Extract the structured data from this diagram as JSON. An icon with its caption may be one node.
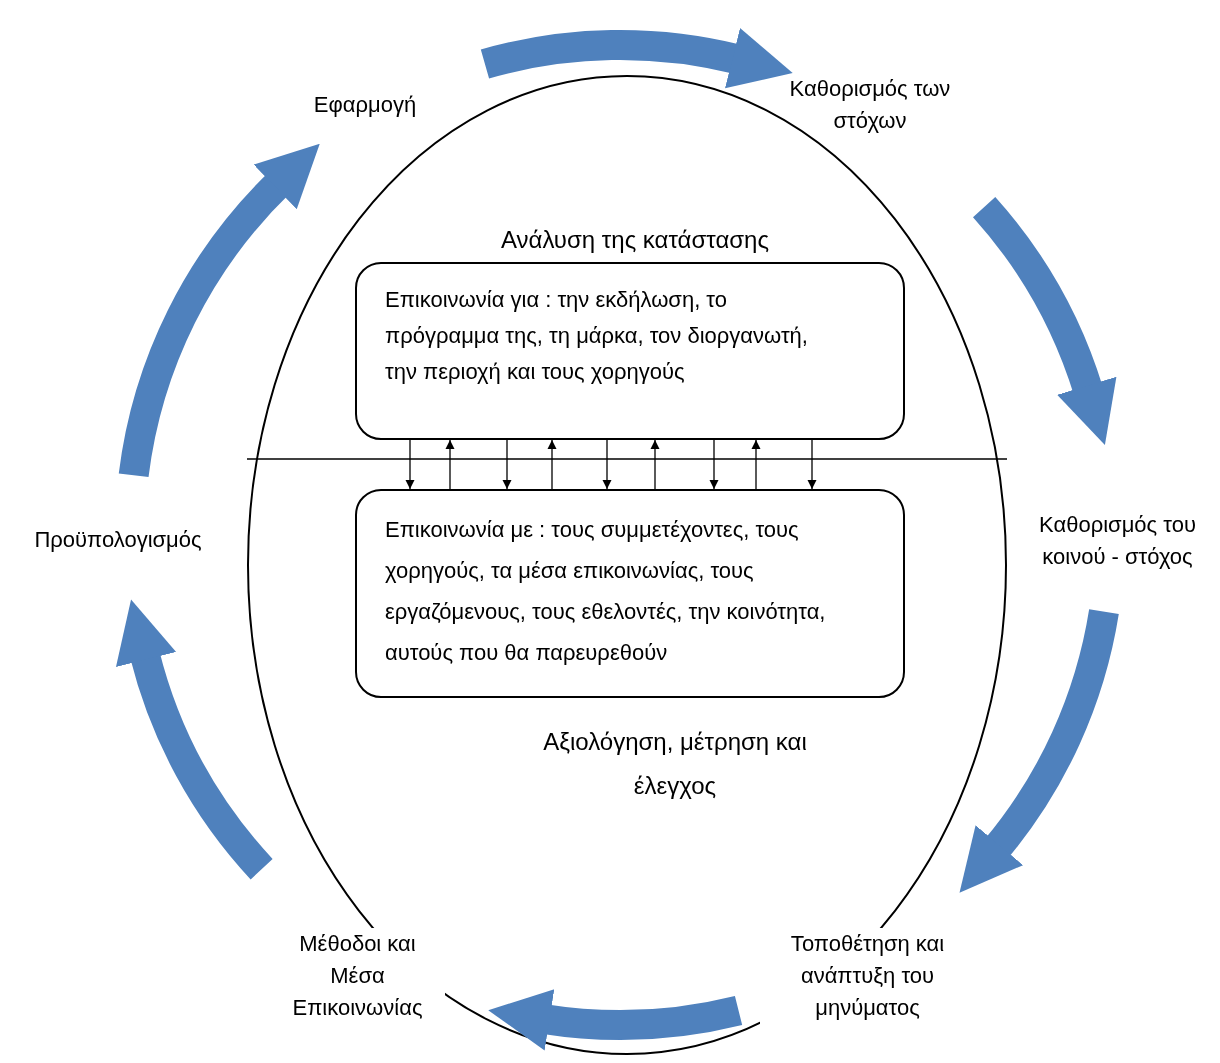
{
  "diagram": {
    "nodes": [
      {
        "text": [
          "Εφαρμογή"
        ]
      },
      {
        "text": [
          "Καθορισμός των στόχων"
        ]
      },
      {
        "text": [
          "Ανάλυση της κατάστασης",
          "Αξιολόγηση, μέτρηση και έλεγχος"
        ]
      },
      {
        "text": [
          "Επικοινωνία για : την εκδήλωση, το πρόγραμμα της, τη μάρκα, τον διοργανωτή, την περιοχή και τους χορηγούς"
        ],
        "in": 2
      },
      {
        "text": [
          "Επικοινωνία με : τους συμμετέχοντες, τους χορηγούς, τα μέσα επικοινωνίας, τους εργαζόμενους, τους εθελοντές, την κοινότητα, αυτούς που θα παρευρεθούν"
        ],
        "in": 2
      },
      {
        "text": [
          "Προϋπολογισμός"
        ]
      },
      {
        "text": [
          "Καθορισμός του κοινού - στόχος"
        ]
      },
      {
        "text": [
          "Μέθοδοι και Μέσα Επικοινωνίας"
        ]
      },
      {
        "text": [
          "Τοποθέτηση και ανάπτυξη του μηνύματος"
        ]
      }
    ],
    "edges": [
      {
        "from": 0,
        "to": 1,
        "arrow": "to",
        "style": "thick",
        "color": "#4f81bd"
      },
      {
        "from": 1,
        "to": 6,
        "arrow": "to",
        "style": "thick",
        "color": "#4f81bd"
      },
      {
        "from": 6,
        "to": 8,
        "arrow": "to",
        "style": "thick",
        "color": "#4f81bd"
      },
      {
        "from": 8,
        "to": 7,
        "arrow": "to",
        "style": "thick",
        "color": "#4f81bd"
      },
      {
        "from": 7,
        "to": 5,
        "arrow": "to",
        "style": "thick",
        "color": "#4f81bd"
      },
      {
        "from": 5,
        "to": 0,
        "arrow": "to",
        "style": "thick",
        "color": "#4f81bd"
      },
      {
        "from": 3,
        "to": 4,
        "arrow": "to"
      },
      {
        "from": 4,
        "to": 3,
        "arrow": "to"
      },
      {
        "from": 3,
        "to": 4,
        "arrow": "to"
      },
      {
        "from": 4,
        "to": 3,
        "arrow": "to"
      },
      {
        "from": 3,
        "to": 4,
        "arrow": "to"
      },
      {
        "from": 4,
        "to": 3,
        "arrow": "to"
      },
      {
        "from": 3,
        "to": 4,
        "arrow": "to"
      },
      {
        "from": 4,
        "to": 3,
        "arrow": "to"
      },
      {
        "from": 3,
        "to": 4,
        "arrow": "to"
      }
    ]
  }
}
